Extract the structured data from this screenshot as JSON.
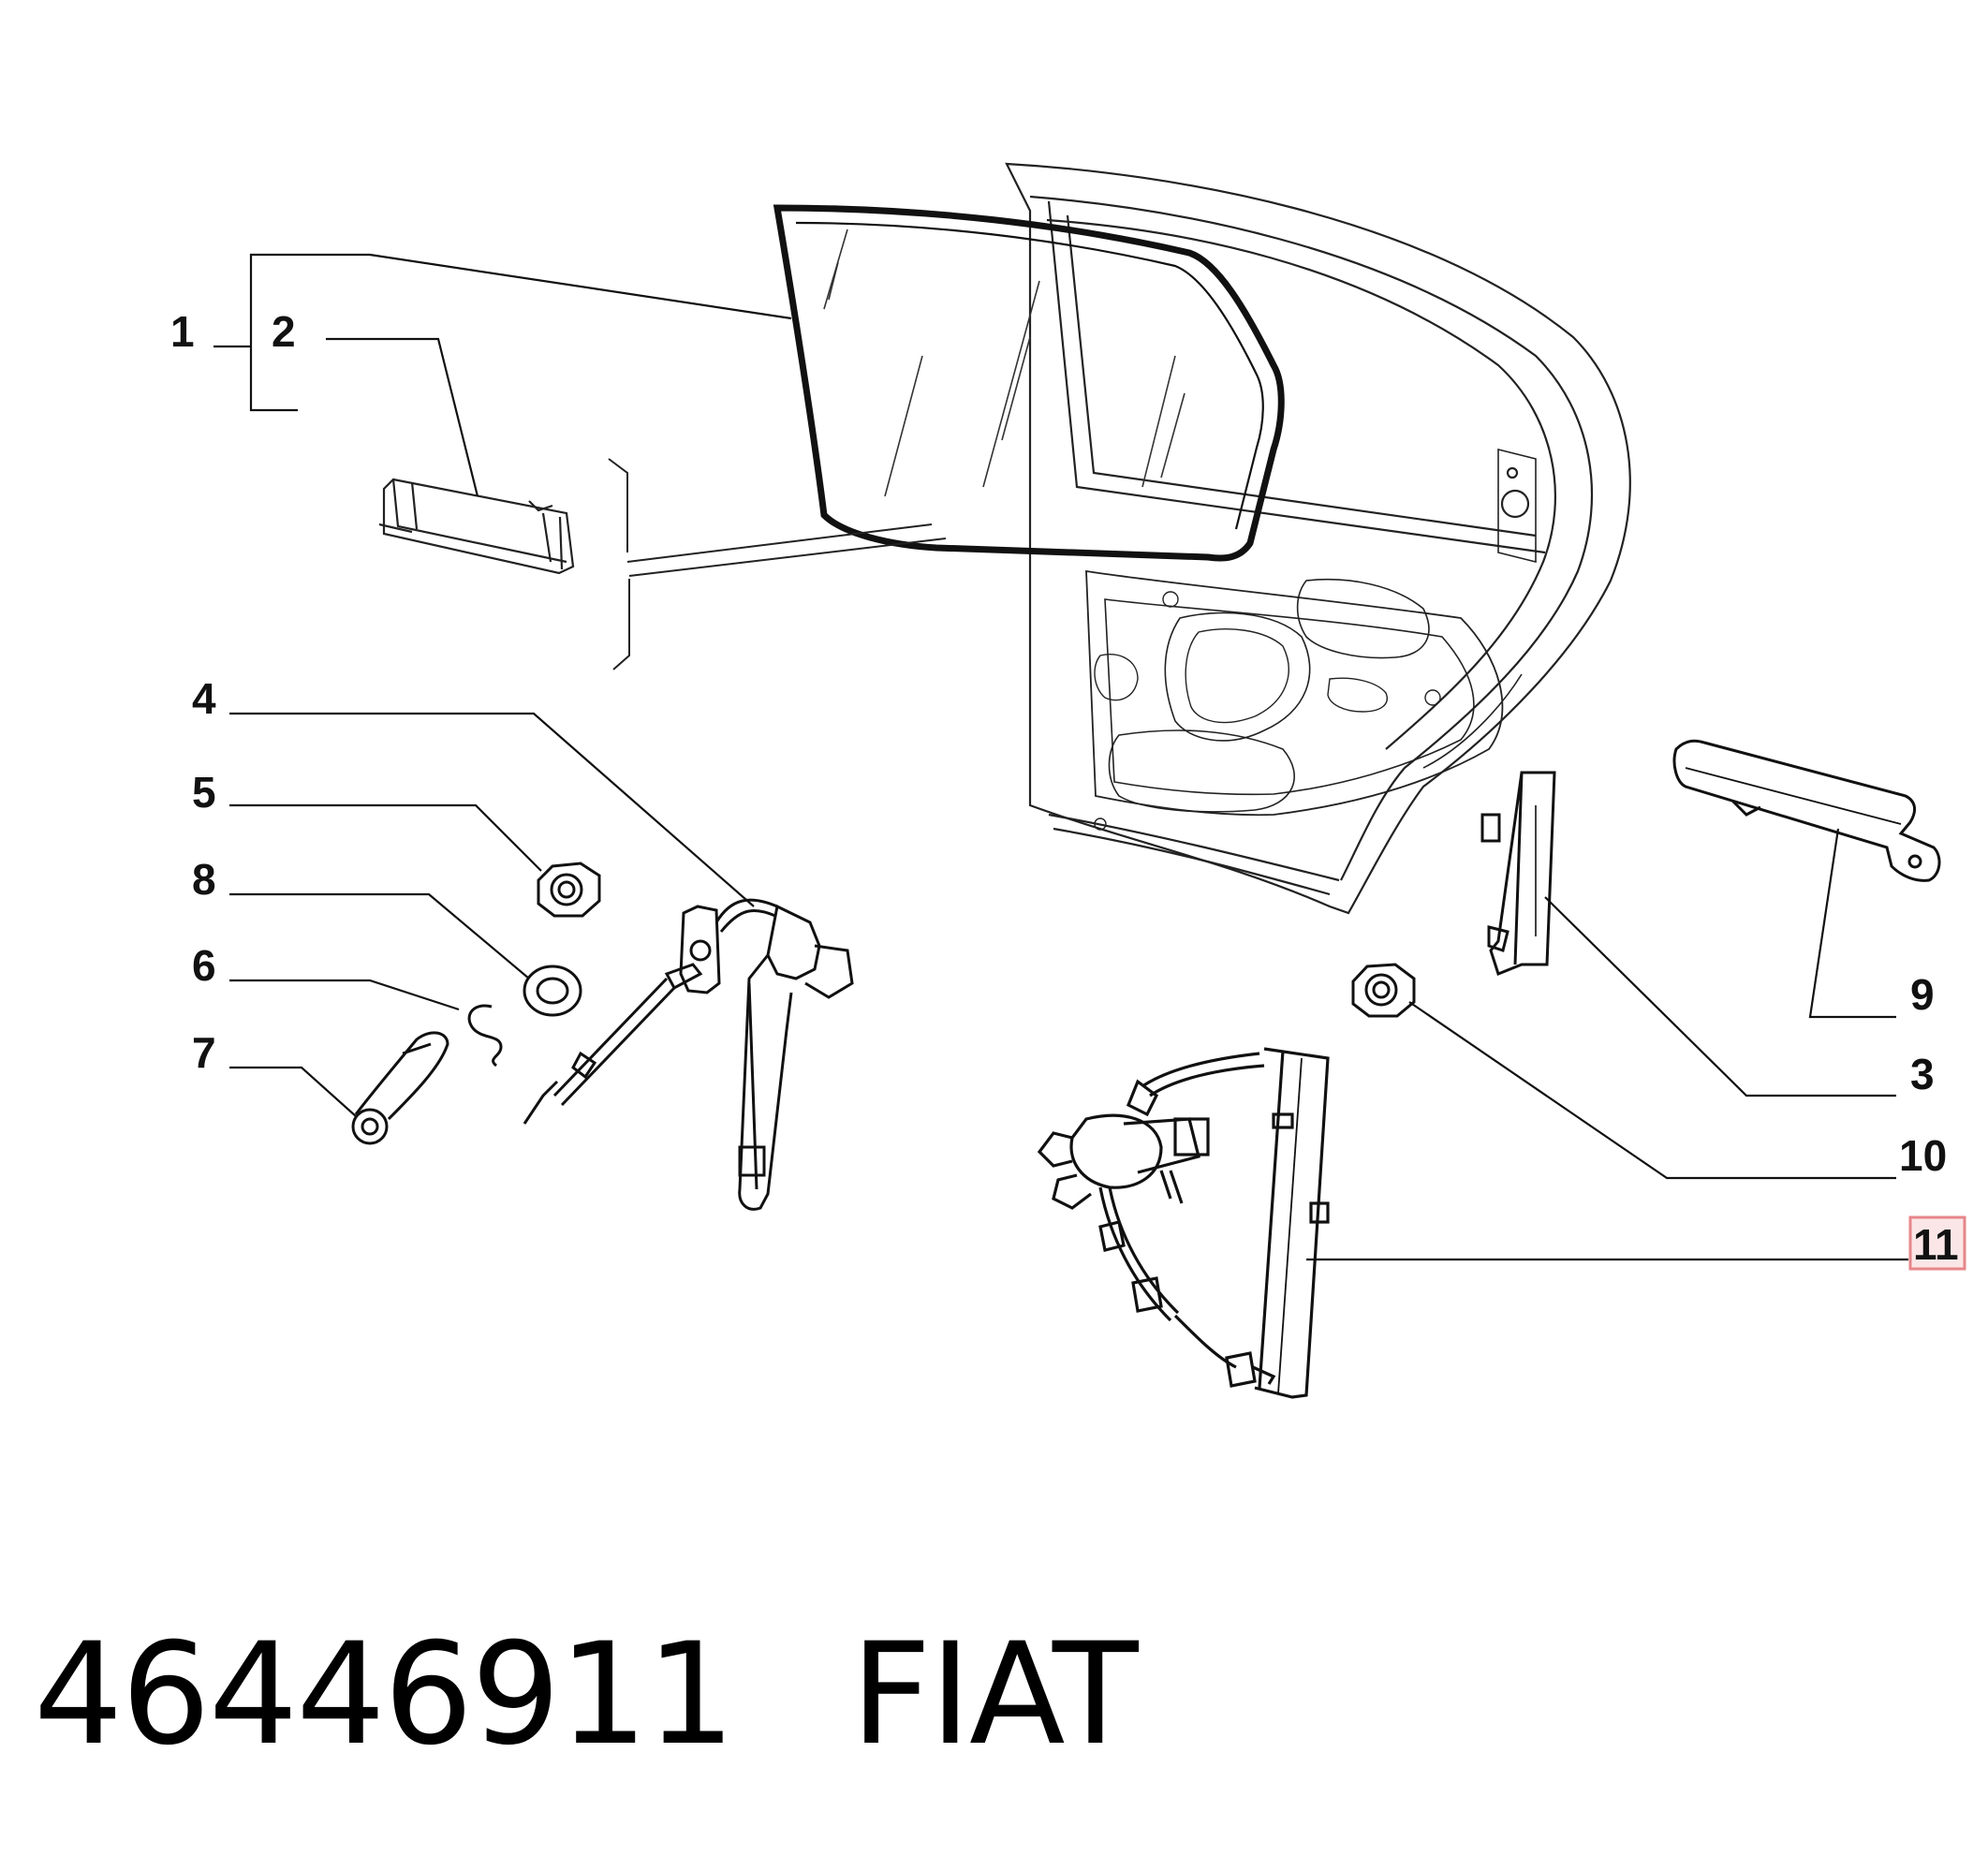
{
  "diagram": {
    "callouts": [
      {
        "id": "1",
        "label": "1"
      },
      {
        "id": "2",
        "label": "2"
      },
      {
        "id": "3",
        "label": "3"
      },
      {
        "id": "4",
        "label": "4"
      },
      {
        "id": "5",
        "label": "5"
      },
      {
        "id": "6",
        "label": "6"
      },
      {
        "id": "7",
        "label": "7"
      },
      {
        "id": "8",
        "label": "8"
      },
      {
        "id": "9",
        "label": "9"
      },
      {
        "id": "10",
        "label": "10"
      },
      {
        "id": "11",
        "label": "11",
        "highlighted": true
      }
    ],
    "highlight_color": "#e7868a",
    "highlight_fill": "#fbe6e7"
  },
  "footer": {
    "part_number": "46446911",
    "brand": "FIAT"
  }
}
